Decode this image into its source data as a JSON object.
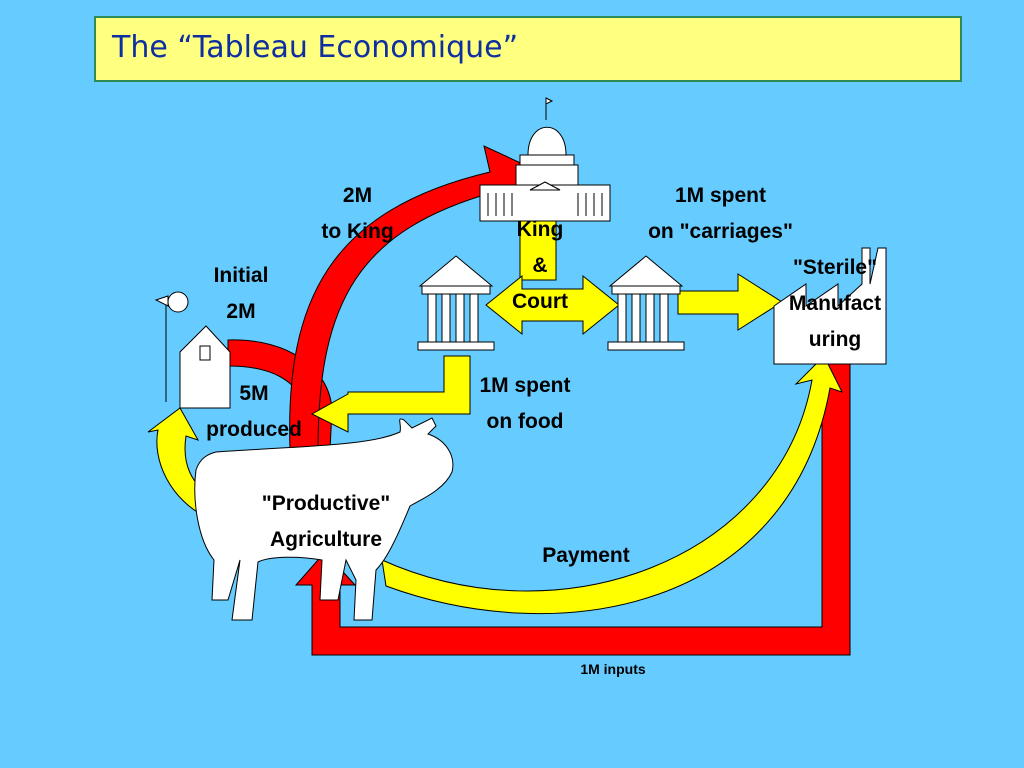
{
  "slide": {
    "title": "The “Tableau Economique”"
  },
  "labels": {
    "to_king": [
      "2M",
      "to King"
    ],
    "carriages": [
      "1M spent",
      "on \"carriages\""
    ],
    "king_court": [
      "King",
      "&",
      "Court"
    ],
    "initial": [
      "Initial",
      "2M"
    ],
    "sterile": [
      "\"Sterile\"",
      "Manufact",
      "uring"
    ],
    "food": [
      "1M spent",
      "on food"
    ],
    "produced": [
      "5M",
      "produced"
    ],
    "productive": [
      "\"Productive\"",
      "Agriculture"
    ],
    "payment": "Payment",
    "inputs": "1M inputs"
  },
  "icons": {
    "capitol": "capitol-building-icon",
    "temple": "classical-temple-icon",
    "factory": "factory-icon",
    "barn": "farmhouse-icon",
    "cow": "cow-icon",
    "windmill": "windmill-icon"
  },
  "colors": {
    "background": "#66ccff",
    "title_box": "#ffff80",
    "title_border": "#2e8b57",
    "title_text": "#0f2fa0",
    "red_arrow": "#ff0000",
    "yellow_arrow": "#ffff00",
    "white_shape": "#ffffff"
  }
}
